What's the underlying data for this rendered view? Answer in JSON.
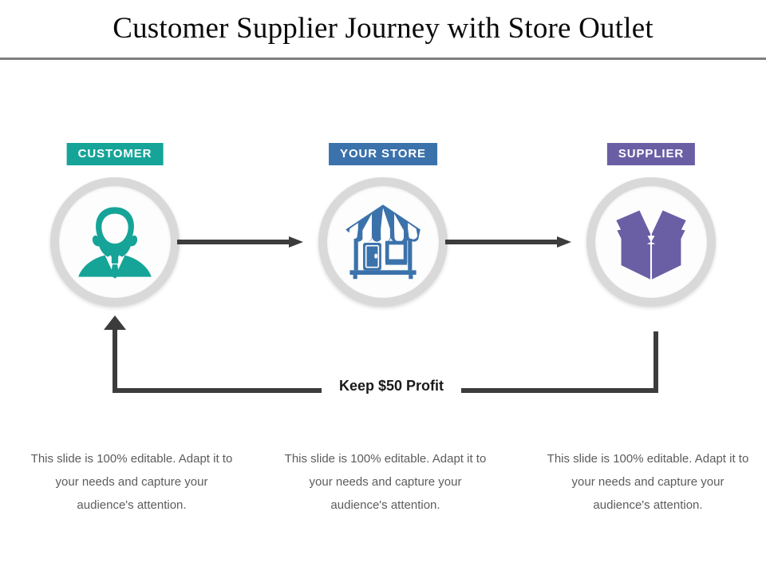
{
  "slide": {
    "title": "Customer Supplier Journey with Store Outlet",
    "background_color": "#ffffff",
    "rule_color": "#7f7f7f"
  },
  "palette": {
    "customer": "#16a498",
    "store": "#3b72ab",
    "supplier": "#6a5fa5",
    "arrow": "#3c3c3c",
    "ring": "#d9d9d9",
    "caption_text": "#5c5c5c"
  },
  "nodes": [
    {
      "key": "customer",
      "badge_label": "CUSTOMER",
      "badge_color": "#16a498",
      "icon_name": "businessman-icon",
      "icon_color": "#16a498"
    },
    {
      "key": "store",
      "badge_label": "YOUR STORE",
      "badge_color": "#3b72ab",
      "icon_name": "storefront-icon",
      "icon_color": "#3b72ab"
    },
    {
      "key": "supplier",
      "badge_label": "SUPPLIER",
      "badge_color": "#6a5fa5",
      "icon_name": "open-box-icon",
      "icon_color": "#6a5fa5"
    }
  ],
  "flow": {
    "forward_arrows": [
      {
        "name": "arrow-customer-to-store",
        "from": "customer",
        "to": "store"
      },
      {
        "name": "arrow-store-to-supplier",
        "from": "store",
        "to": "supplier"
      }
    ],
    "feedback_label": "Keep $50 Profit"
  },
  "captions": [
    {
      "text": "This slide is 100% editable. Adapt it to your needs and capture your audience's attention."
    },
    {
      "text": "This slide is 100% editable. Adapt it to your needs and capture your audience's attention."
    },
    {
      "text": "This slide is 100% editable. Adapt it to your needs and capture your audience's attention."
    }
  ]
}
